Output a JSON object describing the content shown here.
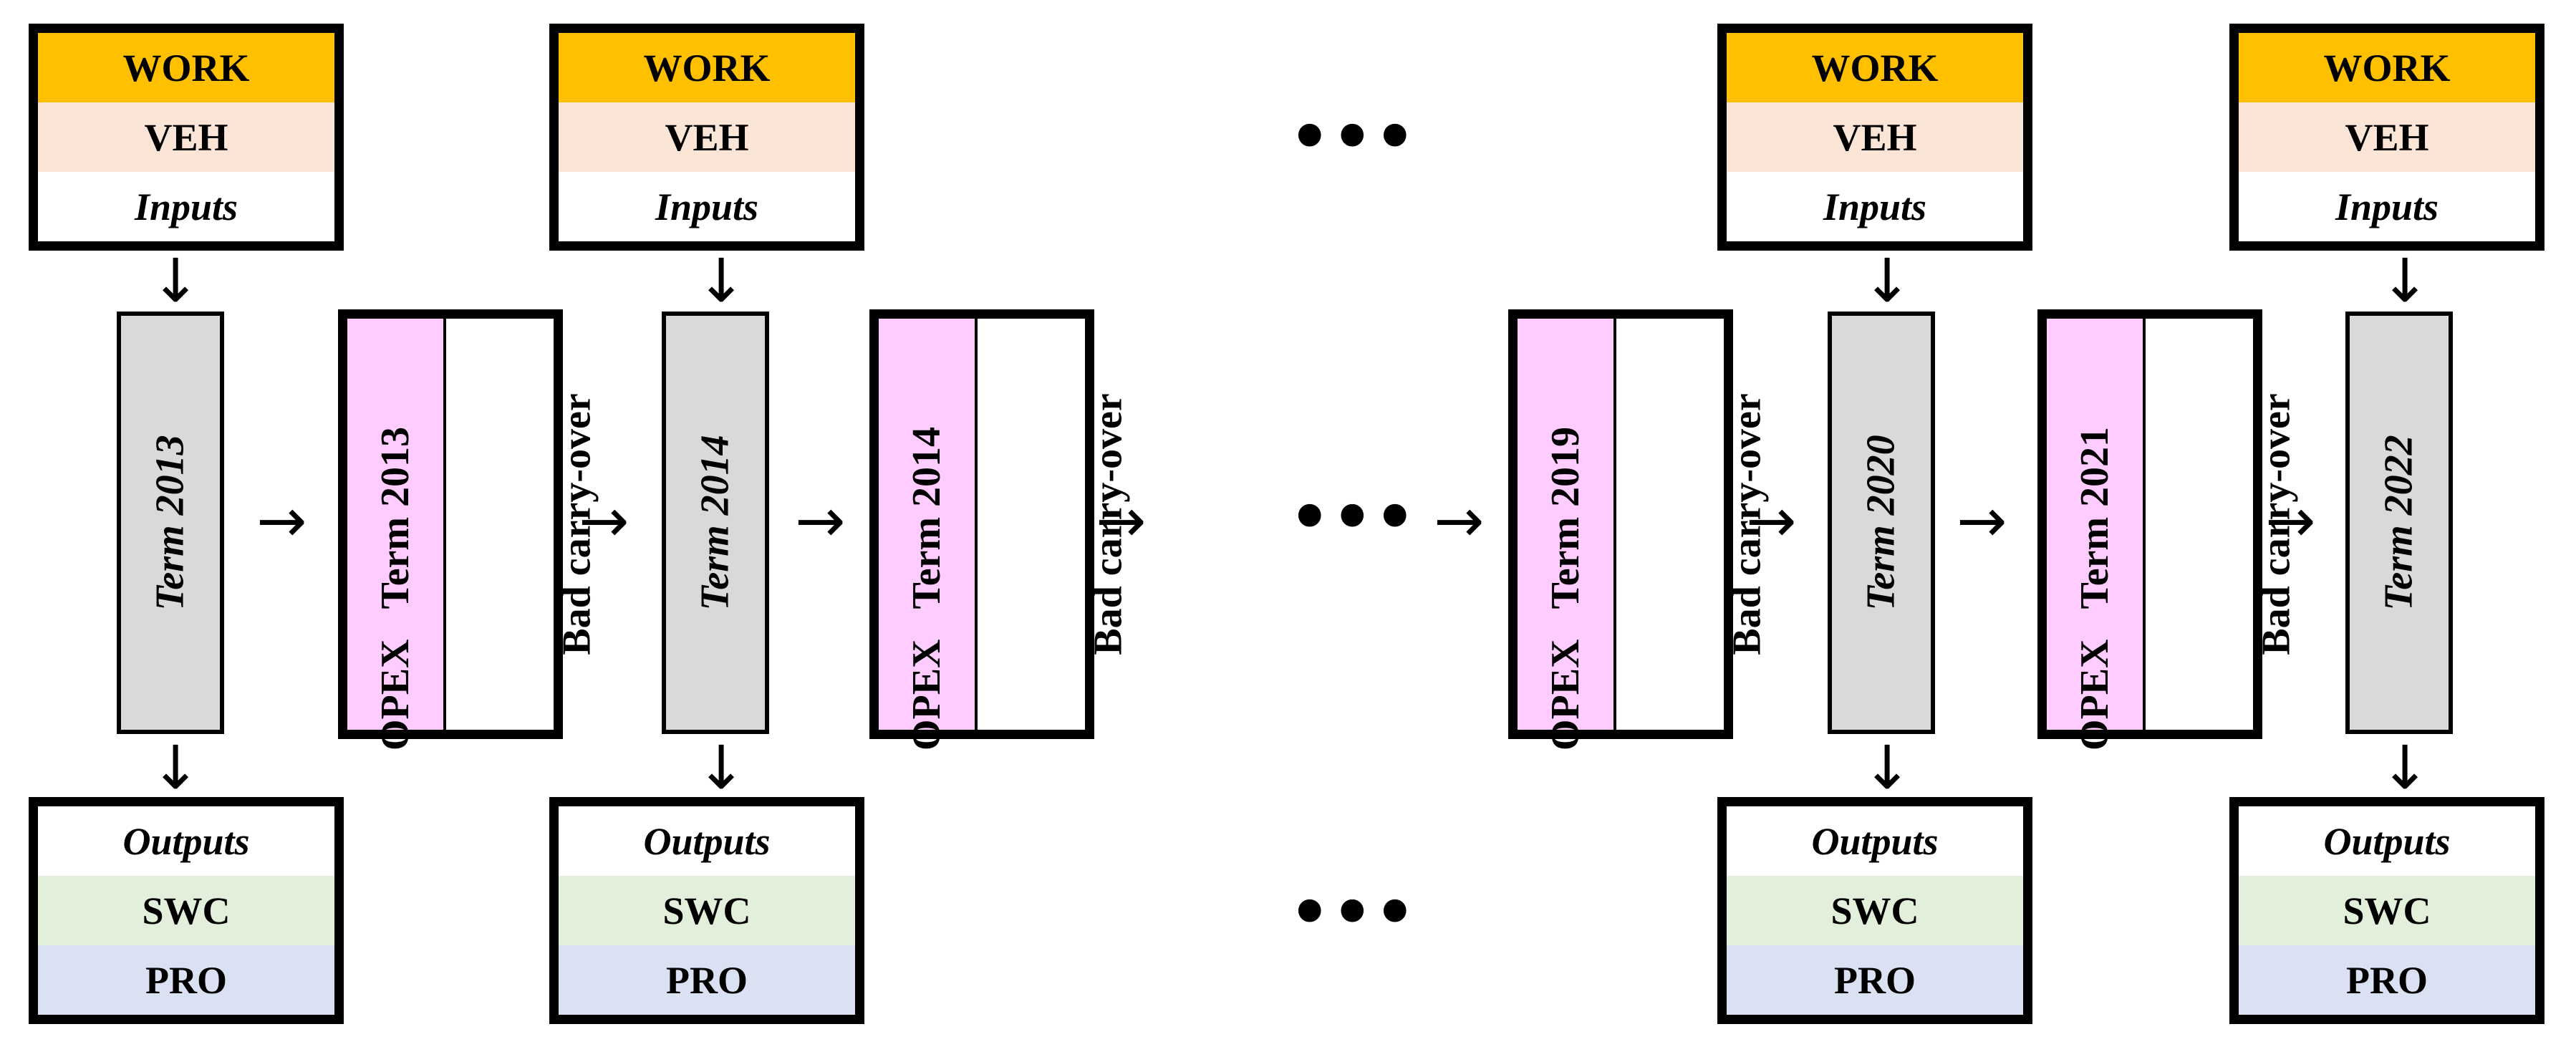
{
  "input_stack": {
    "work": "WORK",
    "veh": "VEH",
    "inputs": "Inputs"
  },
  "output_stack": {
    "outputs": "Outputs",
    "swc": "SWC",
    "pro": "PRO"
  },
  "terms": {
    "t2013": "Term 2013",
    "t2014": "Term 2014",
    "t2020": "Term 2020",
    "t2022": "Term 2022"
  },
  "opex_boxes": {
    "opex_label": "OPEX",
    "bad_carry_over": "Bad carry-over",
    "o2013": "Term 2013",
    "o2014": "Term 2014",
    "o2019": "Term 2019",
    "o2021": "Term 2021"
  },
  "symbols": {
    "arrow_right": "→",
    "arrow_down": "↓",
    "ellipsis": "•••"
  },
  "colors": {
    "work": "#FFC000",
    "veh": "#FBE5D6",
    "swc": "#E2EFDA",
    "pro": "#D9E1F2",
    "term": "#D9D9D9",
    "opex": "#FFCCFF"
  }
}
